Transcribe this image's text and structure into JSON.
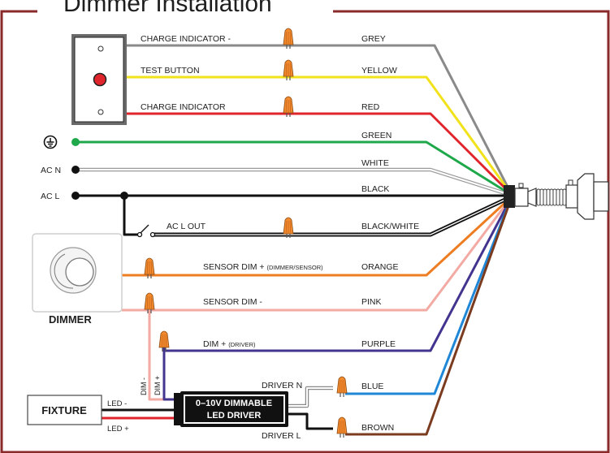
{
  "title": "Dimmer Installation",
  "colors": {
    "frame": "#8b2a2a",
    "grey": "#8a8a8a",
    "yellow": "#f2e21b",
    "red": "#e0242b",
    "green": "#1ea84a",
    "white_wire": "#b8b8b8",
    "black": "#111111",
    "orange": "#ee7d22",
    "pink": "#f2aaa3",
    "purple": "#43358f",
    "blue": "#1f87d6",
    "brown": "#7a3b1f",
    "wire_nut": "#f28a2e"
  },
  "switch_plate": {
    "labels": {
      "charge_neg": "CHARGE INDICATOR -",
      "test": "TEST BUTTON",
      "charge_pos": "CHARGE INDICATOR"
    }
  },
  "terminals": {
    "ground_icon": "ground-symbol-icon",
    "ac_n": "AC N",
    "ac_l": "AC L",
    "ac_l_out": "AC L OUT"
  },
  "wires": [
    {
      "id": "grey",
      "label": "GREY"
    },
    {
      "id": "yellow",
      "label": "YELLOW"
    },
    {
      "id": "red",
      "label": "RED"
    },
    {
      "id": "green",
      "label": "GREEN"
    },
    {
      "id": "white",
      "label": "WHITE"
    },
    {
      "id": "black",
      "label": "BLACK"
    },
    {
      "id": "black_white",
      "label": "BLACK/WHITE"
    },
    {
      "id": "orange",
      "label": "ORANGE"
    },
    {
      "id": "pink",
      "label": "PINK"
    },
    {
      "id": "purple",
      "label": "PURPLE"
    },
    {
      "id": "blue",
      "label": "BLUE"
    },
    {
      "id": "brown",
      "label": "BROWN"
    }
  ],
  "sensor": {
    "dim_pos": "SENSOR DIM +",
    "dim_pos_note": "(DIMMER/SENSOR)",
    "dim_neg": "SENSOR DIM -"
  },
  "dimmer": {
    "label": "DIMMER"
  },
  "driver": {
    "dim_pos": "DIM +",
    "dim_pos_note": "(DRIVER)",
    "dim_neg_vertical": "DIM -",
    "dim_pos_vertical": "DIM +",
    "driver_n": "DRIVER N",
    "driver_l": "DRIVER L",
    "box_line1": "0–10V DIMMABLE",
    "box_line2": "LED DRIVER"
  },
  "fixture": {
    "label": "FIXTURE",
    "led_neg": "LED -",
    "led_pos": "LED +"
  }
}
